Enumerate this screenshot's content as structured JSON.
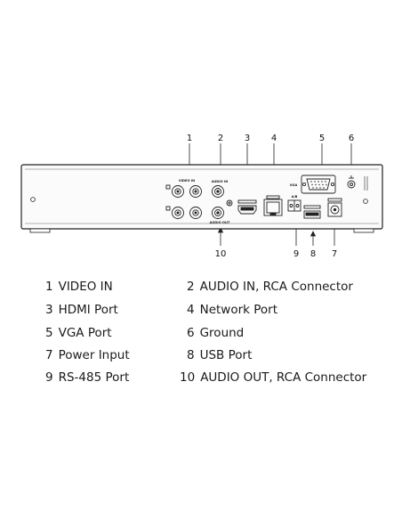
{
  "diagram": {
    "callout_numbers": [
      "1",
      "2",
      "3",
      "4",
      "5",
      "6",
      "7",
      "8",
      "9",
      "10"
    ],
    "panel_labels": {
      "video_in": "VIDEO IN",
      "audio_in": "AUDIO IN",
      "audio_out": "AUDIO OUT",
      "vga": "VGA",
      "ab": "A/B"
    }
  },
  "legend": [
    {
      "num": "1",
      "label": "VIDEO IN"
    },
    {
      "num": "2",
      "label": "AUDIO IN, RCA Connector"
    },
    {
      "num": "3",
      "label": "HDMI Port"
    },
    {
      "num": "4",
      "label": "Network Port"
    },
    {
      "num": "5",
      "label": "VGA Port"
    },
    {
      "num": "6",
      "label": "Ground"
    },
    {
      "num": "7",
      "label": "Power Input"
    },
    {
      "num": "8",
      "label": "USB Port"
    },
    {
      "num": "9",
      "label": "RS-485 Port"
    },
    {
      "num": "10",
      "label": "AUDIO OUT, RCA Connector"
    }
  ]
}
